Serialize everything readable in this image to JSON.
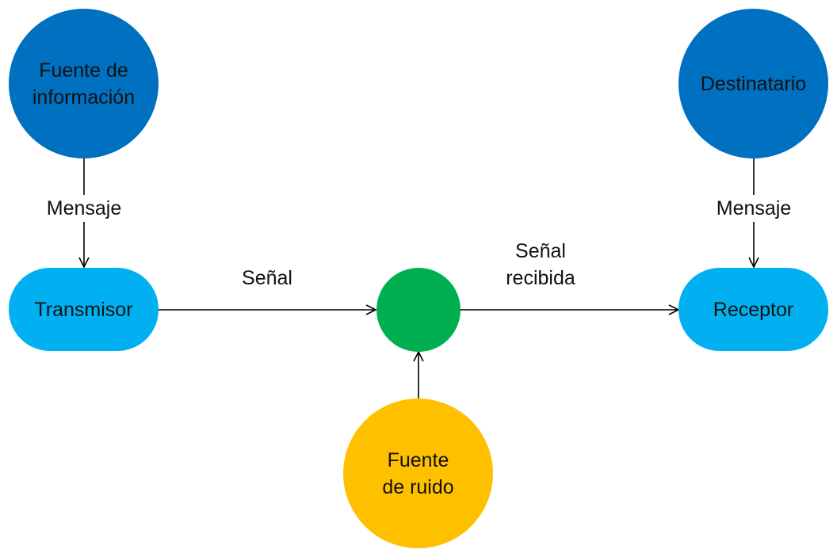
{
  "colors": {
    "source": "#0070C0",
    "pill": "#00B0F0",
    "channel": "#00B050",
    "noise": "#FFC000",
    "line": "#000000"
  },
  "nodes": {
    "fuente_informacion": "Fuente de\ninformación",
    "destinatario": "Destinatario",
    "transmisor": "Transmisor",
    "canal": "",
    "receptor": "Receptor",
    "fuente_ruido": "Fuente\nde ruido"
  },
  "edge_labels": {
    "mensaje_left": "Mensaje",
    "mensaje_right": "Mensaje",
    "senal": "Señal",
    "senal_recibida": "Señal\nrecibida"
  }
}
